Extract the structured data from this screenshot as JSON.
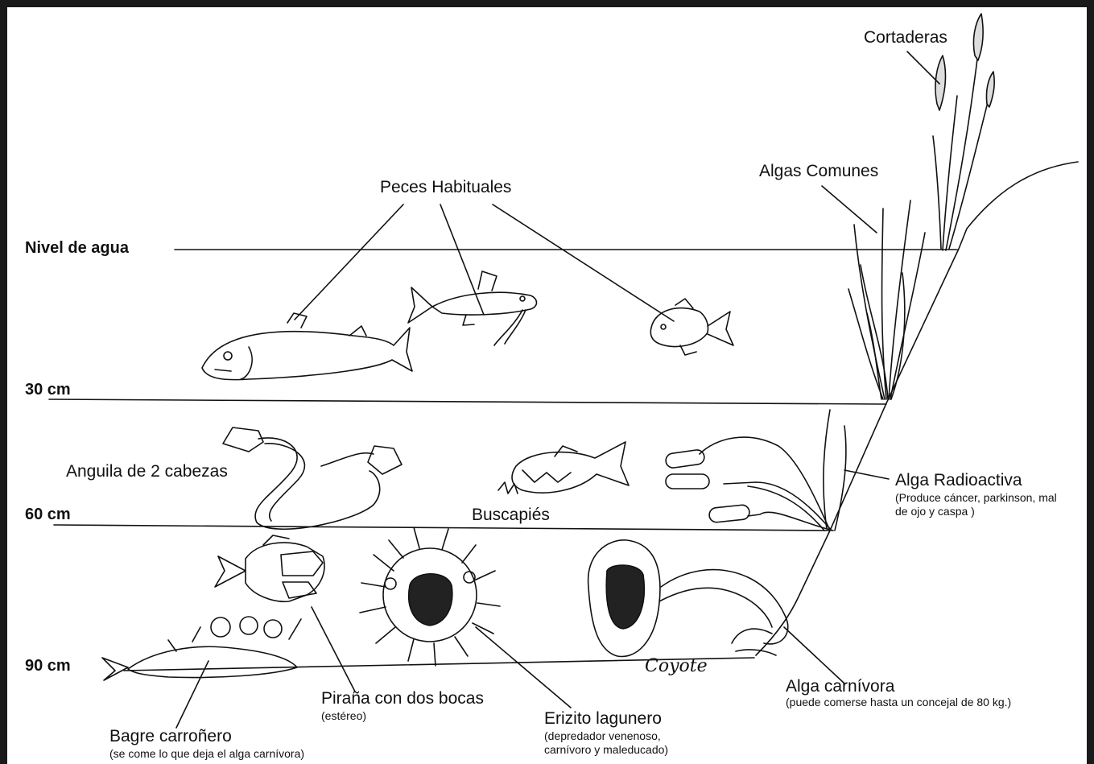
{
  "levels": {
    "water": "Nivel de agua",
    "d30": "30 cm",
    "d60": "60 cm",
    "d90": "90 cm"
  },
  "plants": {
    "cortaderas": "Cortaderas",
    "algas_comunes": "Algas Comunes",
    "alga_radioactiva": "Alga Radioactiva",
    "alga_radioactiva_note": "(Produce cáncer, parkinson, mal de ojo y caspa )",
    "alga_carnivora": "Alga carnívora",
    "alga_carnivora_note": "(puede comerse hasta un concejal de 80 kg.)"
  },
  "creatures": {
    "peces_habituales": "Peces Habituales",
    "anguila": "Anguila de 2 cabezas",
    "buscapies": "Buscapiés",
    "pirana": "Piraña con dos bocas",
    "pirana_note": "(estéreo)",
    "erizito": "Erizito lagunero",
    "erizito_note_1": "(depredador venenoso,",
    "erizito_note_2": "carnívoro y maleducado)",
    "bagre": "Bagre carroñero",
    "bagre_note": "(se come lo que deja el alga carnívora)"
  },
  "signature": "Coyote"
}
